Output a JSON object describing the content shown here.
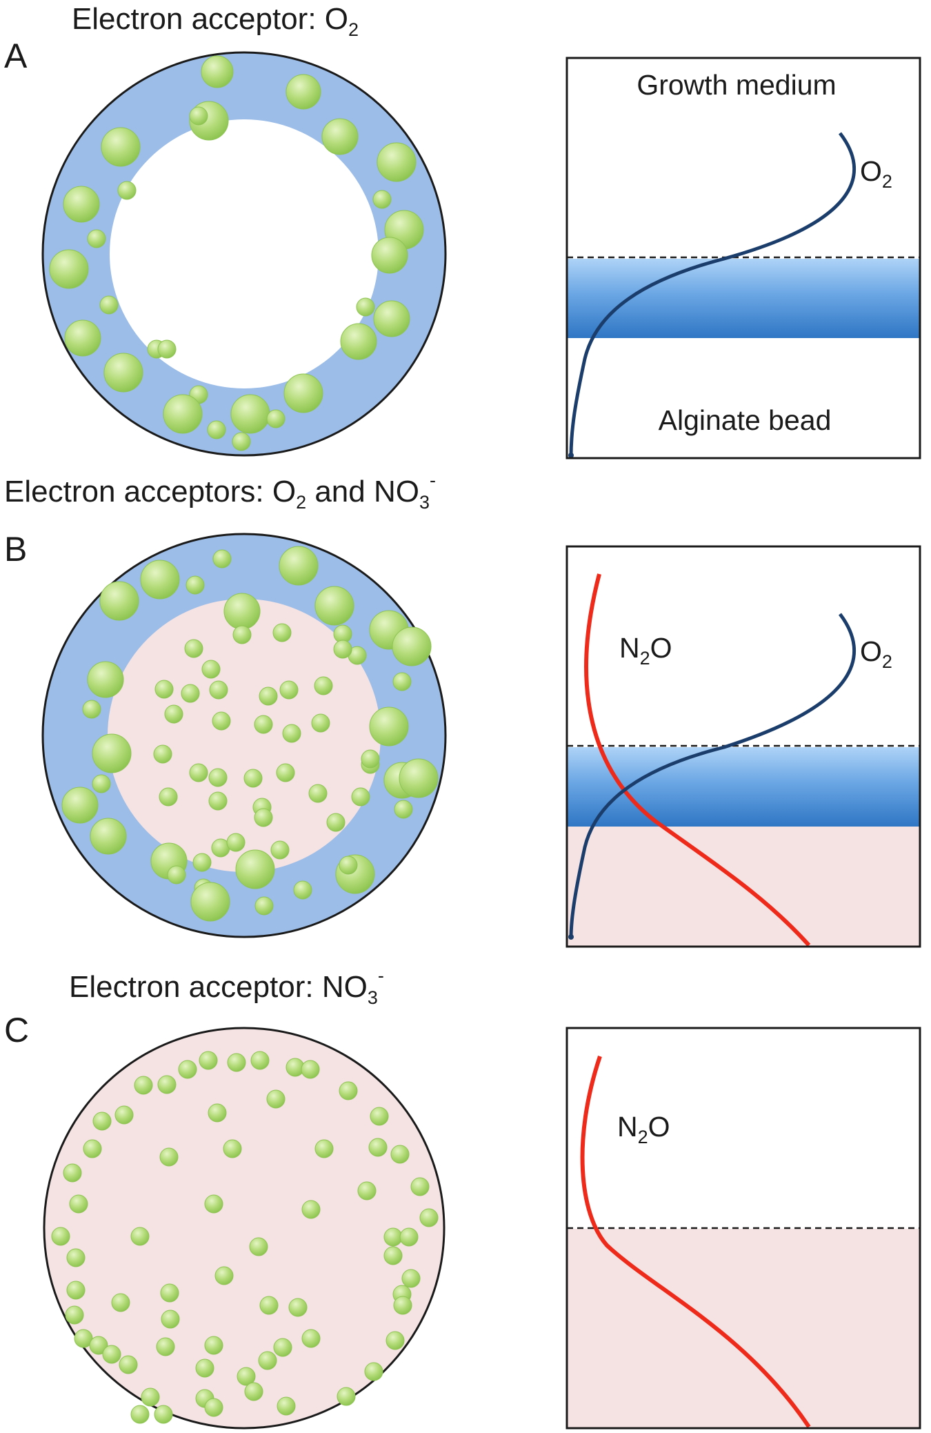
{
  "colors": {
    "aerobic_shell": "#9bbde8",
    "anoxic_core": "#f5e2e2",
    "bacteria": "#a9d66b",
    "bacteria_highlight": "#e4f5c4",
    "oxygen_curve": "#1b3d6b",
    "n2o_curve": "#ee2a1b",
    "bead_band_top": "#a5cdf5",
    "bead_band_bottom": "#2f76c4",
    "outline": "#1a1a1a"
  },
  "panels": [
    {
      "letter": "A",
      "title": {
        "prefix": "Electron acceptor: O",
        "sub": "2"
      },
      "profile": {
        "top_label": "Growth medium",
        "bottom_label": "Alginate bead",
        "o2_label": {
          "main": "O",
          "sub": "2"
        }
      }
    },
    {
      "letter": "B",
      "title": {
        "prefix": "Electron acceptors: O",
        "sub": "2",
        "mid": " and NO",
        "sub2": "3",
        "sup": "-"
      },
      "profile": {
        "o2_label": {
          "main": "O",
          "sub": "2"
        },
        "n2o_label": {
          "pre": "N",
          "sub": "2",
          "post": "O"
        }
      }
    },
    {
      "letter": "C",
      "title": {
        "prefix": "Electron acceptor: NO",
        "sub": "3",
        "sup": "-"
      },
      "profile": {
        "n2o_label": {
          "pre": "N",
          "sub": "2",
          "post": "O"
        }
      }
    }
  ]
}
